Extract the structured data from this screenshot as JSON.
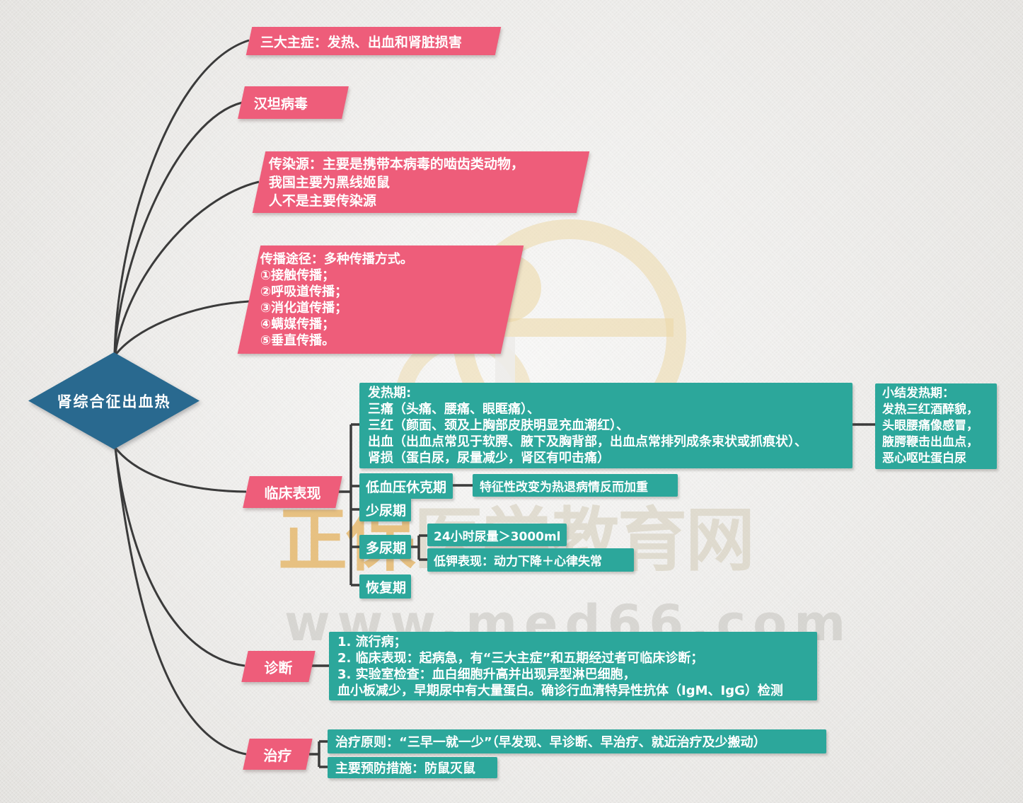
{
  "root": {
    "label": "肾综合征出血热"
  },
  "branches": {
    "main_symptoms": "三大主症：发热、出血和肾脏损害",
    "virus": "汉坦病毒",
    "infection_source": [
      "传染源：主要是携带本病毒的啮齿类动物，",
      "我国主要为黑线姬鼠",
      "人不是主要传染源"
    ],
    "transmission": [
      "传播途径：多种传播方式。",
      "①接触传播；",
      "②呼吸道传播；",
      "③消化道传播；",
      "④螨媒传播；",
      "⑤垂直传播。"
    ],
    "clinical": {
      "label": "临床表现",
      "fever_phase": [
        "发热期:",
        "三痛（头痛、腰痛、眼眶痛）、",
        "三红（颜面、颈及上胸部皮肤明显充血潮红）、",
        "出血（出血点常见于软腭、腋下及胸背部，出血点常排列成条束状或抓痕状）、",
        "肾损（蛋白尿，尿量减少，肾区有叩击痛）"
      ],
      "fever_summary": [
        "小结发热期：",
        "发热三红酒醉貌，",
        "头眼腰痛像感冒，",
        "腋腭鞭击出血点，",
        "恶心呕吐蛋白尿"
      ],
      "hypotension_phase": "低血压休克期",
      "hypotension_note": "特征性改变为热退病情反而加重",
      "oliguria_phase": "少尿期",
      "polyuria_phase": "多尿期",
      "polyuria_urine": "24小时尿量＞3000ml",
      "polyuria_hypokalemia": "低钾表现：动力下降＋心律失常",
      "recovery_phase": "恢复期"
    },
    "diagnosis": {
      "label": "诊断",
      "content": [
        "1. 流行病；",
        "2. 临床表现：起病急，有“三大主症”和五期经过者可临床诊断；",
        "3. 实验室检查：血白细胞升高并出现异型淋巴细胞，",
        "血小板减少，早期尿中有大量蛋白。确诊行血清特异性抗体（IgM、IgG）检测"
      ]
    },
    "treatment": {
      "label": "治疗",
      "principle": "治疗原则：“三早一就一少”（早发现、早诊断、早治疗、就近治疗及少搬动）",
      "prevention": "主要预防措施：防鼠灭鼠"
    }
  },
  "watermark": {
    "brand_gold": "正保",
    "brand_gray": "医学教育网",
    "url": "www.med66.com"
  },
  "colors": {
    "pink": "#ee5d7a",
    "teal": "#2ca79b",
    "diamond_blue": "#29698f",
    "line": "#3b3b3b",
    "background": "#edecea",
    "watermark_gold": "#e5bb76"
  }
}
